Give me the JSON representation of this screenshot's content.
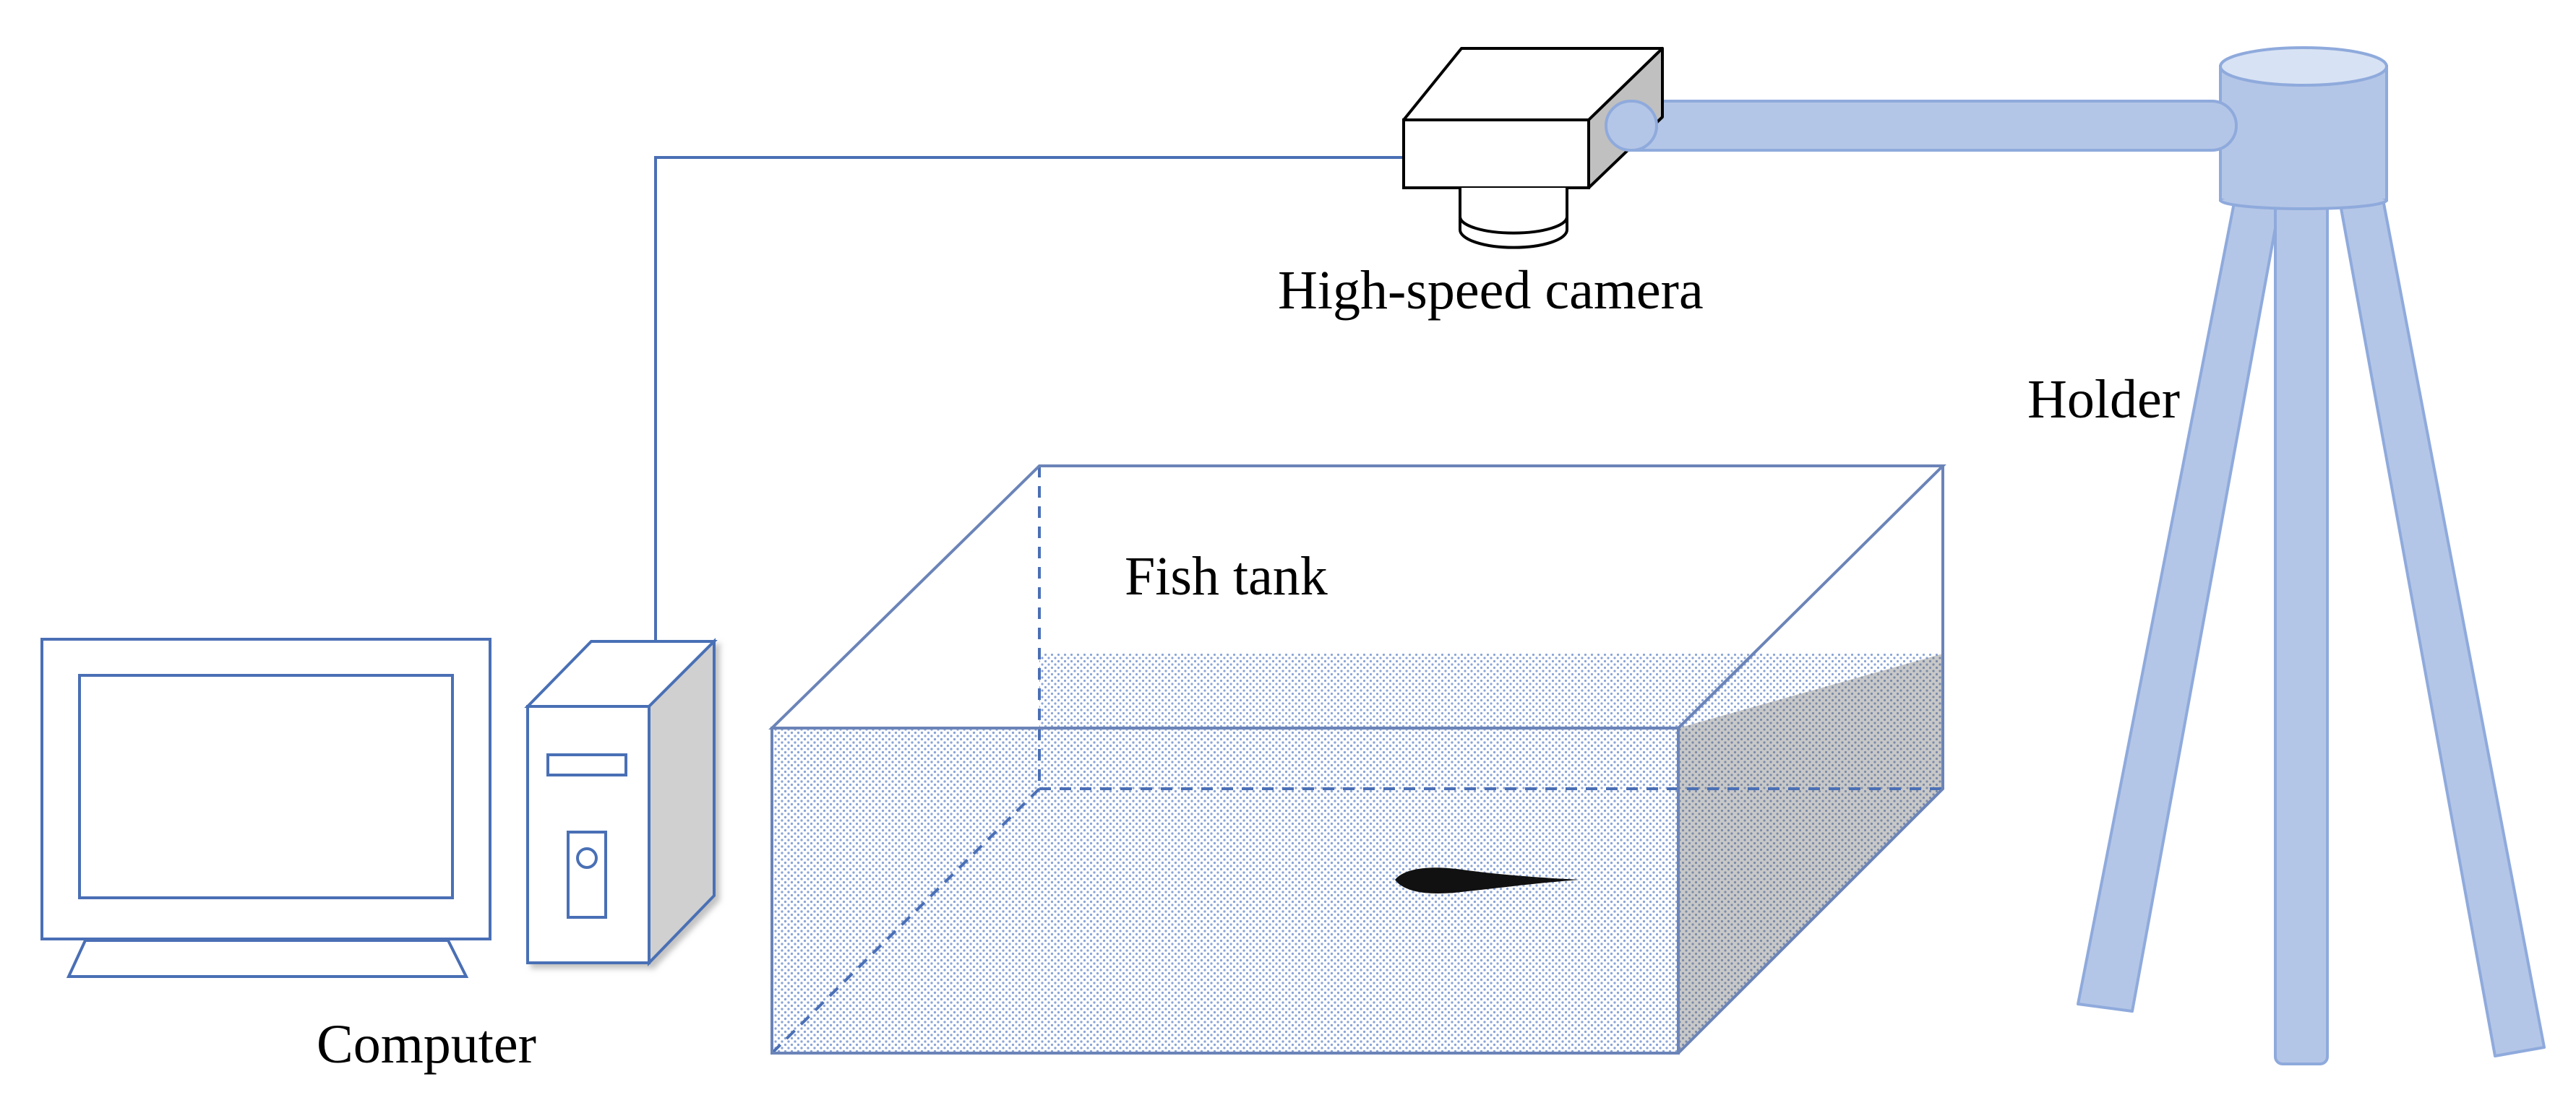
{
  "labels": {
    "camera": "High-speed camera",
    "holder": "Holder",
    "fish_tank": "Fish tank",
    "computer": "Computer"
  },
  "colors": {
    "outline_blue": "#4a6fb5",
    "holder_fill": "#b4c6e7",
    "holder_stroke": "#8faadc",
    "tank_edge": "#6b84b8",
    "water_dots": "#8aa4d6",
    "side_shade": "#c8c8c8",
    "fish": "#111111",
    "black": "#000000"
  },
  "icons": {
    "camera": "camera-icon",
    "computer": "desktop-computer-icon",
    "tripod": "tripod-icon",
    "fish": "fish-icon"
  }
}
